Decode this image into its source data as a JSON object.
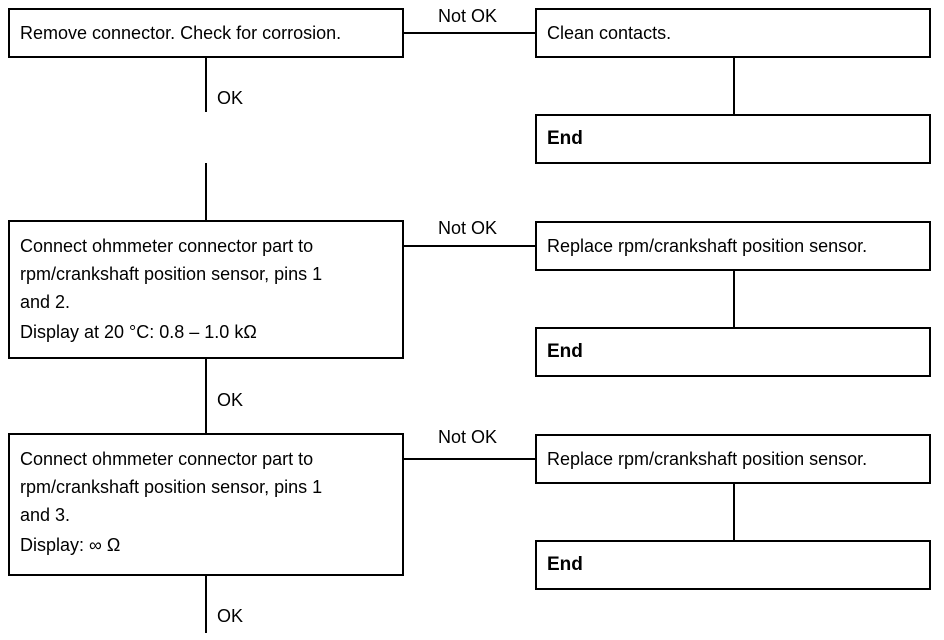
{
  "steps": [
    {
      "check": [
        "Remove connector. Check for corrosion."
      ],
      "fail_label": "Not OK",
      "action": "Clean contacts.",
      "end": "End",
      "pass_label": "OK"
    },
    {
      "check": [
        "Connect ohmmeter connector part to",
        "rpm/crankshaft position sensor, pins 1",
        "and 2."
      ],
      "display": "Display at 20 °C: 0.8 – 1.0 kΩ",
      "fail_label": "Not OK",
      "action": "Replace rpm/crankshaft position sensor.",
      "end": "End",
      "pass_label": "OK"
    },
    {
      "check": [
        "Connect ohmmeter connector part to",
        "rpm/crankshaft position sensor, pins 1",
        "and 3."
      ],
      "display": "Display: ∞ Ω",
      "fail_label": "Not OK",
      "action": "Replace rpm/crankshaft position sensor.",
      "end": "End",
      "pass_label": "OK"
    }
  ]
}
